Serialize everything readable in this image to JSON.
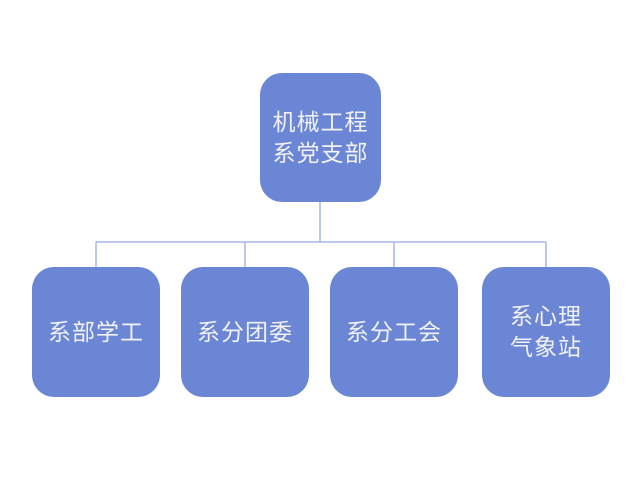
{
  "colors": {
    "background": "#ffffff",
    "node_fill": "#6b86d5",
    "node_text": "#f2f2f2",
    "connector": "#a5b7e2"
  },
  "org_chart": {
    "type": "org-chart",
    "root": {
      "label": "机械工程系党支部",
      "lines": [
        "机械工程",
        "系党支部"
      ]
    },
    "children": [
      {
        "label": "系部学工",
        "lines": [
          "系部学工"
        ]
      },
      {
        "label": "系分团委",
        "lines": [
          "系分团委"
        ]
      },
      {
        "label": "系分工会",
        "lines": [
          "系分工会"
        ]
      },
      {
        "label": "系心理气象站",
        "lines": [
          "系心理",
          "气象站"
        ]
      }
    ]
  }
}
